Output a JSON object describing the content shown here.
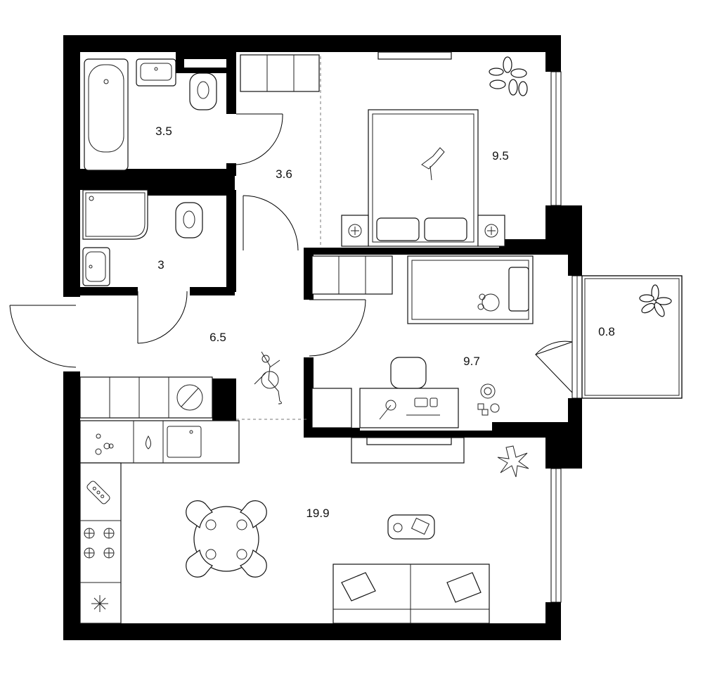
{
  "rooms": [
    {
      "id": "bathroom",
      "area": "3.5"
    },
    {
      "id": "hallway-upper",
      "area": "3.6"
    },
    {
      "id": "bedroom",
      "area": "9.5"
    },
    {
      "id": "shower-room",
      "area": "3"
    },
    {
      "id": "entry-hall",
      "area": "6.5"
    },
    {
      "id": "kids-room",
      "area": "9.7"
    },
    {
      "id": "balcony",
      "area": "0.8"
    },
    {
      "id": "living-kitchen",
      "area": "19.9"
    }
  ],
  "colors": {
    "wall": "#000000",
    "background": "#ffffff",
    "line": "#111111"
  }
}
